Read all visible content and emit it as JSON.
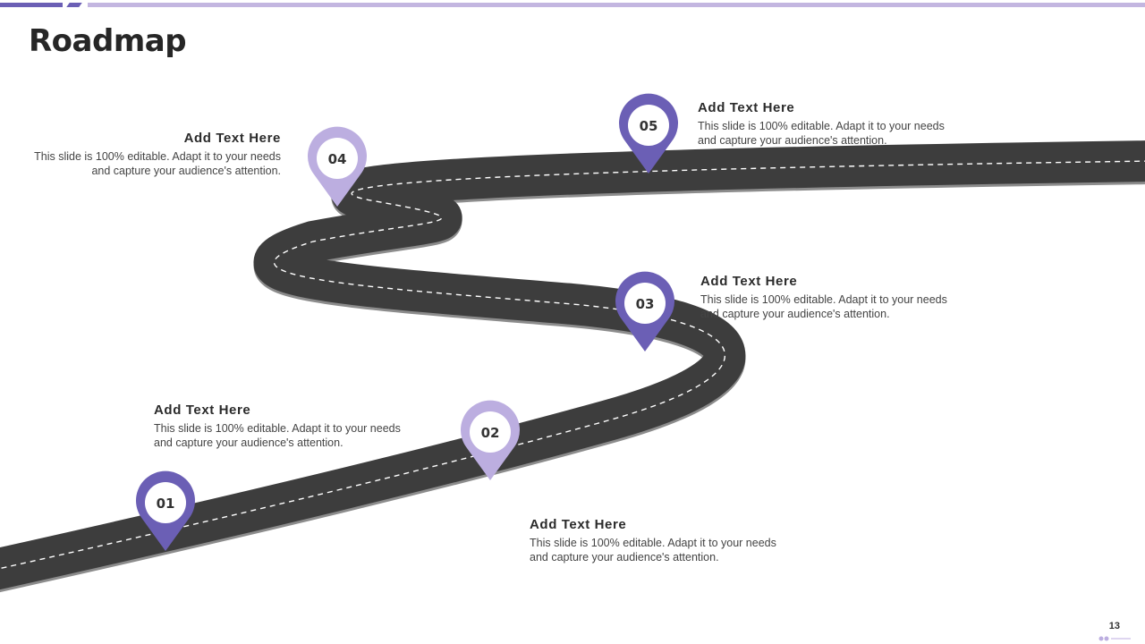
{
  "slide": {
    "title": "Roadmap",
    "page_number": "13"
  },
  "colors": {
    "dark_purple": "#6b5fb5",
    "light_purple": "#bcaee0",
    "road": "#3d3d3d",
    "road_edge": "#8c8c8c"
  },
  "milestones": [
    {
      "number": "01",
      "heading": "Add Text Here",
      "body": "This slide is 100% editable. Adapt it to your needs and capture your audience's attention.",
      "pin_color": "dark"
    },
    {
      "number": "02",
      "heading": "Add Text Here",
      "body": "This slide is 100% editable. Adapt it to your needs and capture your audience's attention.",
      "pin_color": "light"
    },
    {
      "number": "03",
      "heading": "Add Text Here",
      "body": "This slide is 100% editable. Adapt it to your needs and capture your audience's attention.",
      "pin_color": "dark"
    },
    {
      "number": "04",
      "heading": "Add Text Here",
      "body": "This slide is 100% editable. Adapt it to your needs and capture your audience's attention.",
      "pin_color": "light"
    },
    {
      "number": "05",
      "heading": "Add Text Here",
      "body": "This slide is 100% editable. Adapt it to your needs and capture your audience's attention.",
      "pin_color": "dark"
    }
  ]
}
